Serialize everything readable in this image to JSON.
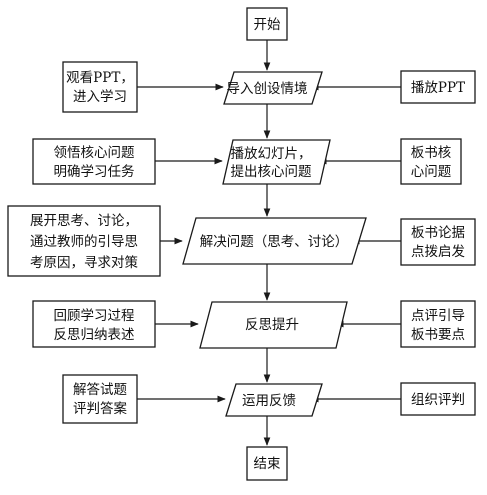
{
  "flow": {
    "start": "开始",
    "end": "结束",
    "steps": [
      {
        "lines": [
          "导入创设情境"
        ]
      },
      {
        "lines": [
          "播放幻灯片，",
          "提出核心问题"
        ]
      },
      {
        "lines": [
          "解决问题（思考、讨论）"
        ]
      },
      {
        "lines": [
          "反思提升"
        ]
      },
      {
        "lines": [
          "运用反馈"
        ]
      }
    ]
  },
  "student": [
    {
      "lines": [
        "观看PPT，",
        "进入学习"
      ]
    },
    {
      "lines": [
        "领悟核心问题",
        "明确学习任务"
      ]
    },
    {
      "lines": [
        "展开思考、讨论，",
        "通过教师的引导思",
        "考原因，寻求对策"
      ]
    },
    {
      "lines": [
        "回顾学习过程",
        "反思归纳表述"
      ]
    },
    {
      "lines": [
        "解答试题",
        "评判答案"
      ]
    }
  ],
  "teacher": [
    {
      "lines": [
        "播放PPT"
      ]
    },
    {
      "lines": [
        "板书核",
        "心问题"
      ]
    },
    {
      "lines": [
        "板书论据",
        "点拨启发"
      ]
    },
    {
      "lines": [
        "点评引导",
        "板书要点"
      ]
    },
    {
      "lines": [
        "组织评判"
      ]
    }
  ]
}
